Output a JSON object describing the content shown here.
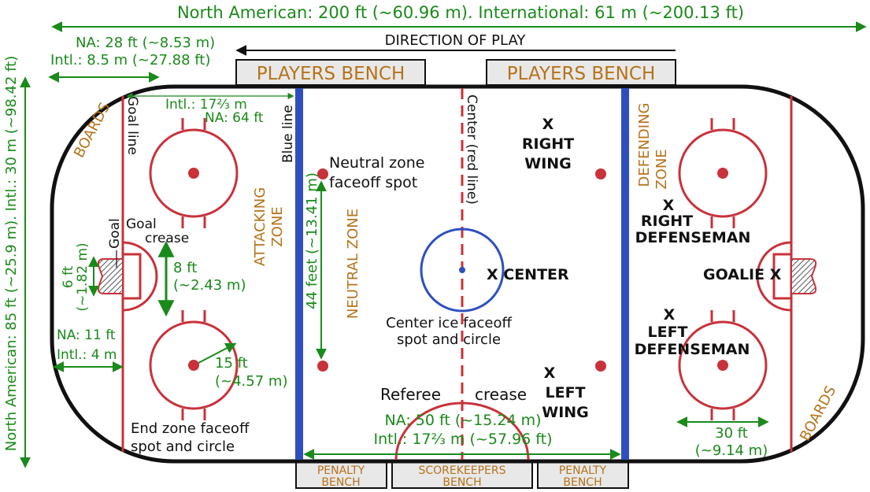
{
  "title_length": "North American: 200 ft (~60.96 m). International: 61 m (~200.13 ft)",
  "title_width": "North American: 85 ft (~25.9 m). Intl.: 30 m (~98.42 ft)",
  "direction_of_play": "DIRECTION OF PLAY",
  "benches": {
    "players_left": "PLAYERS BENCH",
    "players_right": "PLAYERS BENCH",
    "penalty_left_1": "PENALTY",
    "penalty_left_2": "BENCH",
    "scorekeepers_1": "SCOREKEEPERS",
    "scorekeepers_2": "BENCH",
    "penalty_right_1": "PENALTY",
    "penalty_right_2": "BENCH"
  },
  "labels": {
    "na_28": "NA: 28 ft (~8.53 m)",
    "intl_85": "Intl.: 8.5 m (~27.88 ft)",
    "intl_17": "Intl.: 17⅔ m",
    "na_64": "NA: 64 ft",
    "boards_left": "BOARDS",
    "boards_right": "BOARDS",
    "goal_line": "Goal line",
    "blue_line": "Blue line",
    "center_red_line": "Center (red line)",
    "goal": "Goal",
    "goal_crease_1": "Goal",
    "goal_crease_2": "crease",
    "six_ft_1": "6 ft",
    "six_ft_2": "(~1.82 m)",
    "eight_ft_1": "8 ft",
    "eight_ft_2": "(~2.43 m)",
    "attacking_zone_1": "ATTACKING",
    "attacking_zone_2": "ZONE",
    "neutral_zone": "NEUTRAL ZONE",
    "defending_zone_1": "DEFENDING",
    "defending_zone_2": "ZONE",
    "forty_four": "44 feet (~13.41 m)",
    "neutral_faceoff_1": "Neutral zone",
    "neutral_faceoff_2": "faceoff spot",
    "center_ice_1": "Center ice faceoff",
    "center_ice_2": "spot and circle",
    "na_11": "NA: 11 ft",
    "intl_4": "Intl.: 4 m",
    "fifteen_1": "15 ft",
    "fifteen_2": "(~4.57 m)",
    "end_zone_1": "End zone faceoff",
    "end_zone_2": "spot and circle",
    "referee": "Referee",
    "crease": "crease",
    "na_50": "NA: 50 ft (~15.24 m)",
    "intl_1723": "Intl.: 17⅔ m (~57.96 ft)",
    "thirty_1": "30 ft",
    "thirty_2": "(~9.14 m)"
  },
  "positions": {
    "x": "X",
    "right_wing_1": "RIGHT",
    "right_wing_2": "WING",
    "center": "X CENTER",
    "left_wing_1": "LEFT",
    "left_wing_2": "WING",
    "right_def_1": "RIGHT",
    "right_def_2": "DEFENSEMAN",
    "goalie": "GOALIE X",
    "left_def_1": "LEFT",
    "left_def_2": "DEFENSEMAN"
  },
  "colors": {
    "green": "#1a8a1a",
    "red": "#c8323a",
    "blue": "#2f4fbf",
    "brown": "#b5731a",
    "bench_fill": "#e8e8e8"
  }
}
